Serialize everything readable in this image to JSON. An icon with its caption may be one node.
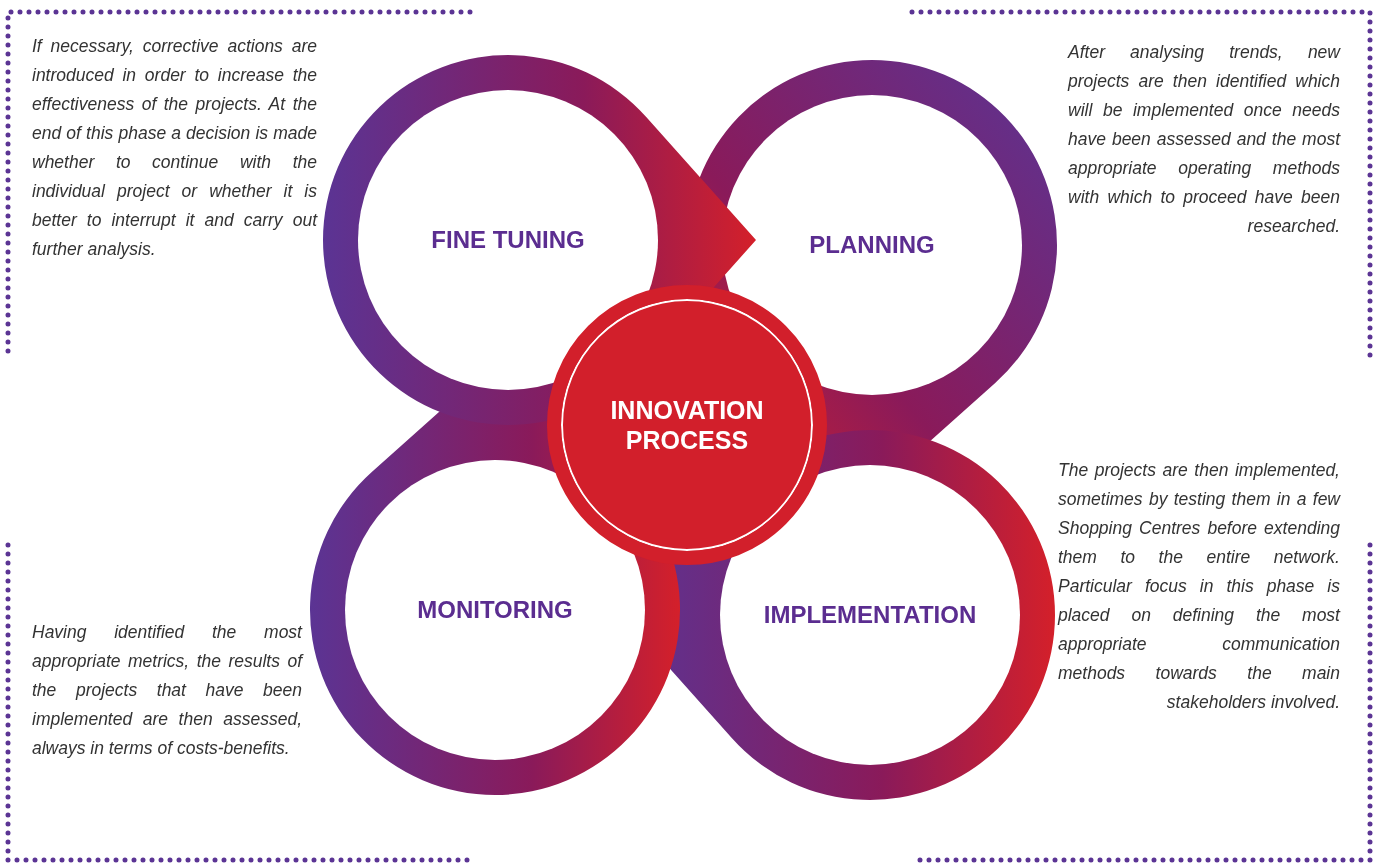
{
  "diagram": {
    "nodes": [
      {
        "text": [
          "FINE TUNING"
        ],
        "beside": [
          "If necessary, corrective actions are introduced in order to increase the effectiveness of the projects. At the end of this phase a decision is made whether to continue with the individual project or whether it is better to interrupt it and carry out further analysis."
        ]
      },
      {
        "text": [
          "PLANNING"
        ],
        "beside": [
          "After analysing trends, new projects are then identified which will be implemented once needs have been assessed and the most appropriate operating methods with which to proceed have been researched."
        ]
      },
      {
        "text": [
          "INNOVATION PROCESS"
        ]
      },
      {
        "text": [
          "MONITORING"
        ],
        "beside": [
          "Having identified the most appropriate metrics, the results of the projects that have been implemented are then assessed, always in terms of costs-benefits."
        ]
      },
      {
        "text": [
          "IMPLEMENTATION"
        ],
        "beside": [
          "The projects are then implemented, sometimes by testing them in a few Shopping Centres before extending them to the entire network. Particular focus in this phase is placed on defining the most appropriate communication methods towards the main stakeholders involved."
        ]
      }
    ]
  }
}
